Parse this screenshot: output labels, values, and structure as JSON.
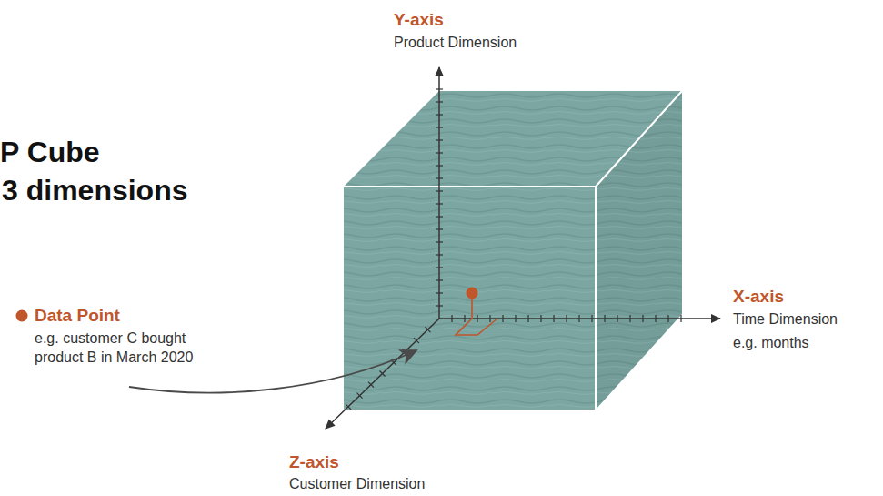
{
  "diagram": {
    "labels": [
      "P Cube",
      "3 dimensions",
      "Y-axis",
      "Product Dimension",
      "X-axis",
      "Time Dimension",
      "e.g. months",
      "Z-axis",
      "Customer Dimension",
      "Data Point",
      "e.g. customer C bought product B in March 2020"
    ]
  }
}
